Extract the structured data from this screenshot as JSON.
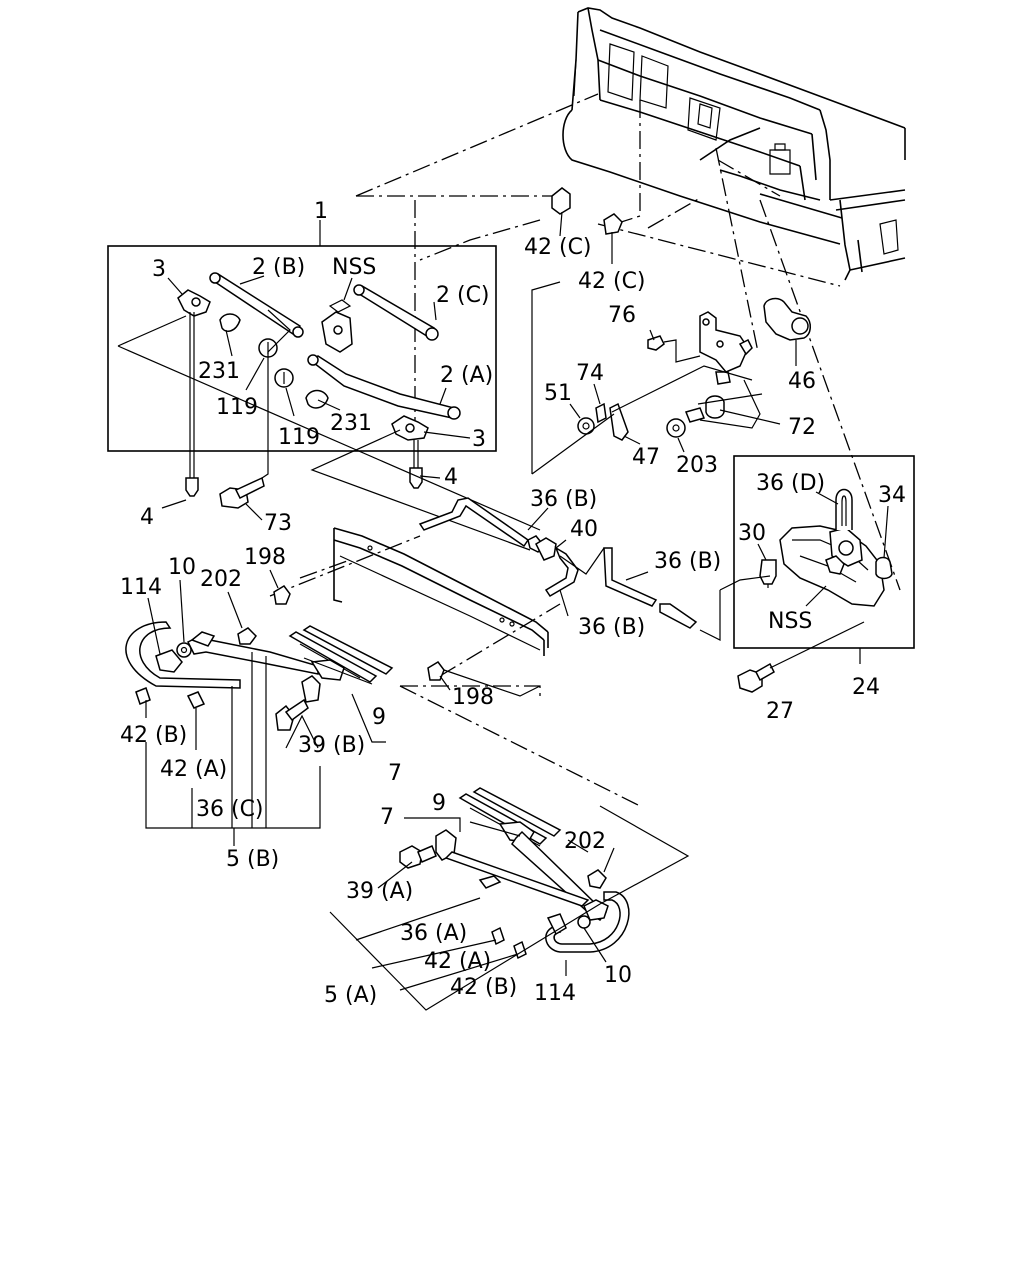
{
  "labels": {
    "l1": "1",
    "l3a": "3",
    "l2b": "2 (B)",
    "lnss1": "NSS",
    "l2c": "2 (C)",
    "l231a": "231",
    "l119a": "119",
    "l2a": "2 (A)",
    "l119b": "119",
    "l231b": "231",
    "l3b": "3",
    "l4a": "4",
    "l4b": "4",
    "l73": "73",
    "l42c1": "42 (C)",
    "l42c2": "42 (C)",
    "l76": "76",
    "l74": "74",
    "l51": "51",
    "l46": "46",
    "l72": "72",
    "l47": "47",
    "l203": "203",
    "l36d": "36 (D)",
    "l34": "34",
    "l30": "30",
    "lnss2": "NSS",
    "l24": "24",
    "l27": "27",
    "l36b1": "36 (B)",
    "l40": "40",
    "l36b2": "36 (B)",
    "l36b3": "36 (B)",
    "l198a": "198",
    "l198b": "198",
    "l114a": "114",
    "l10a": "10",
    "l202a": "202",
    "l9a": "9",
    "l7a": "7",
    "l39b": "39 (B)",
    "l42ba": "42 (B)",
    "l42aa": "42 (A)",
    "l36c": "36 (C)",
    "l5b": "5 (B)",
    "l7b": "7",
    "l9b": "9",
    "l202b": "202",
    "l39a": "39 (A)",
    "l36a": "36 (A)",
    "l42ab": "42 (A)",
    "l5a": "5 (A)",
    "l42bb": "42 (B)",
    "l114b": "114",
    "l10b": "10"
  }
}
